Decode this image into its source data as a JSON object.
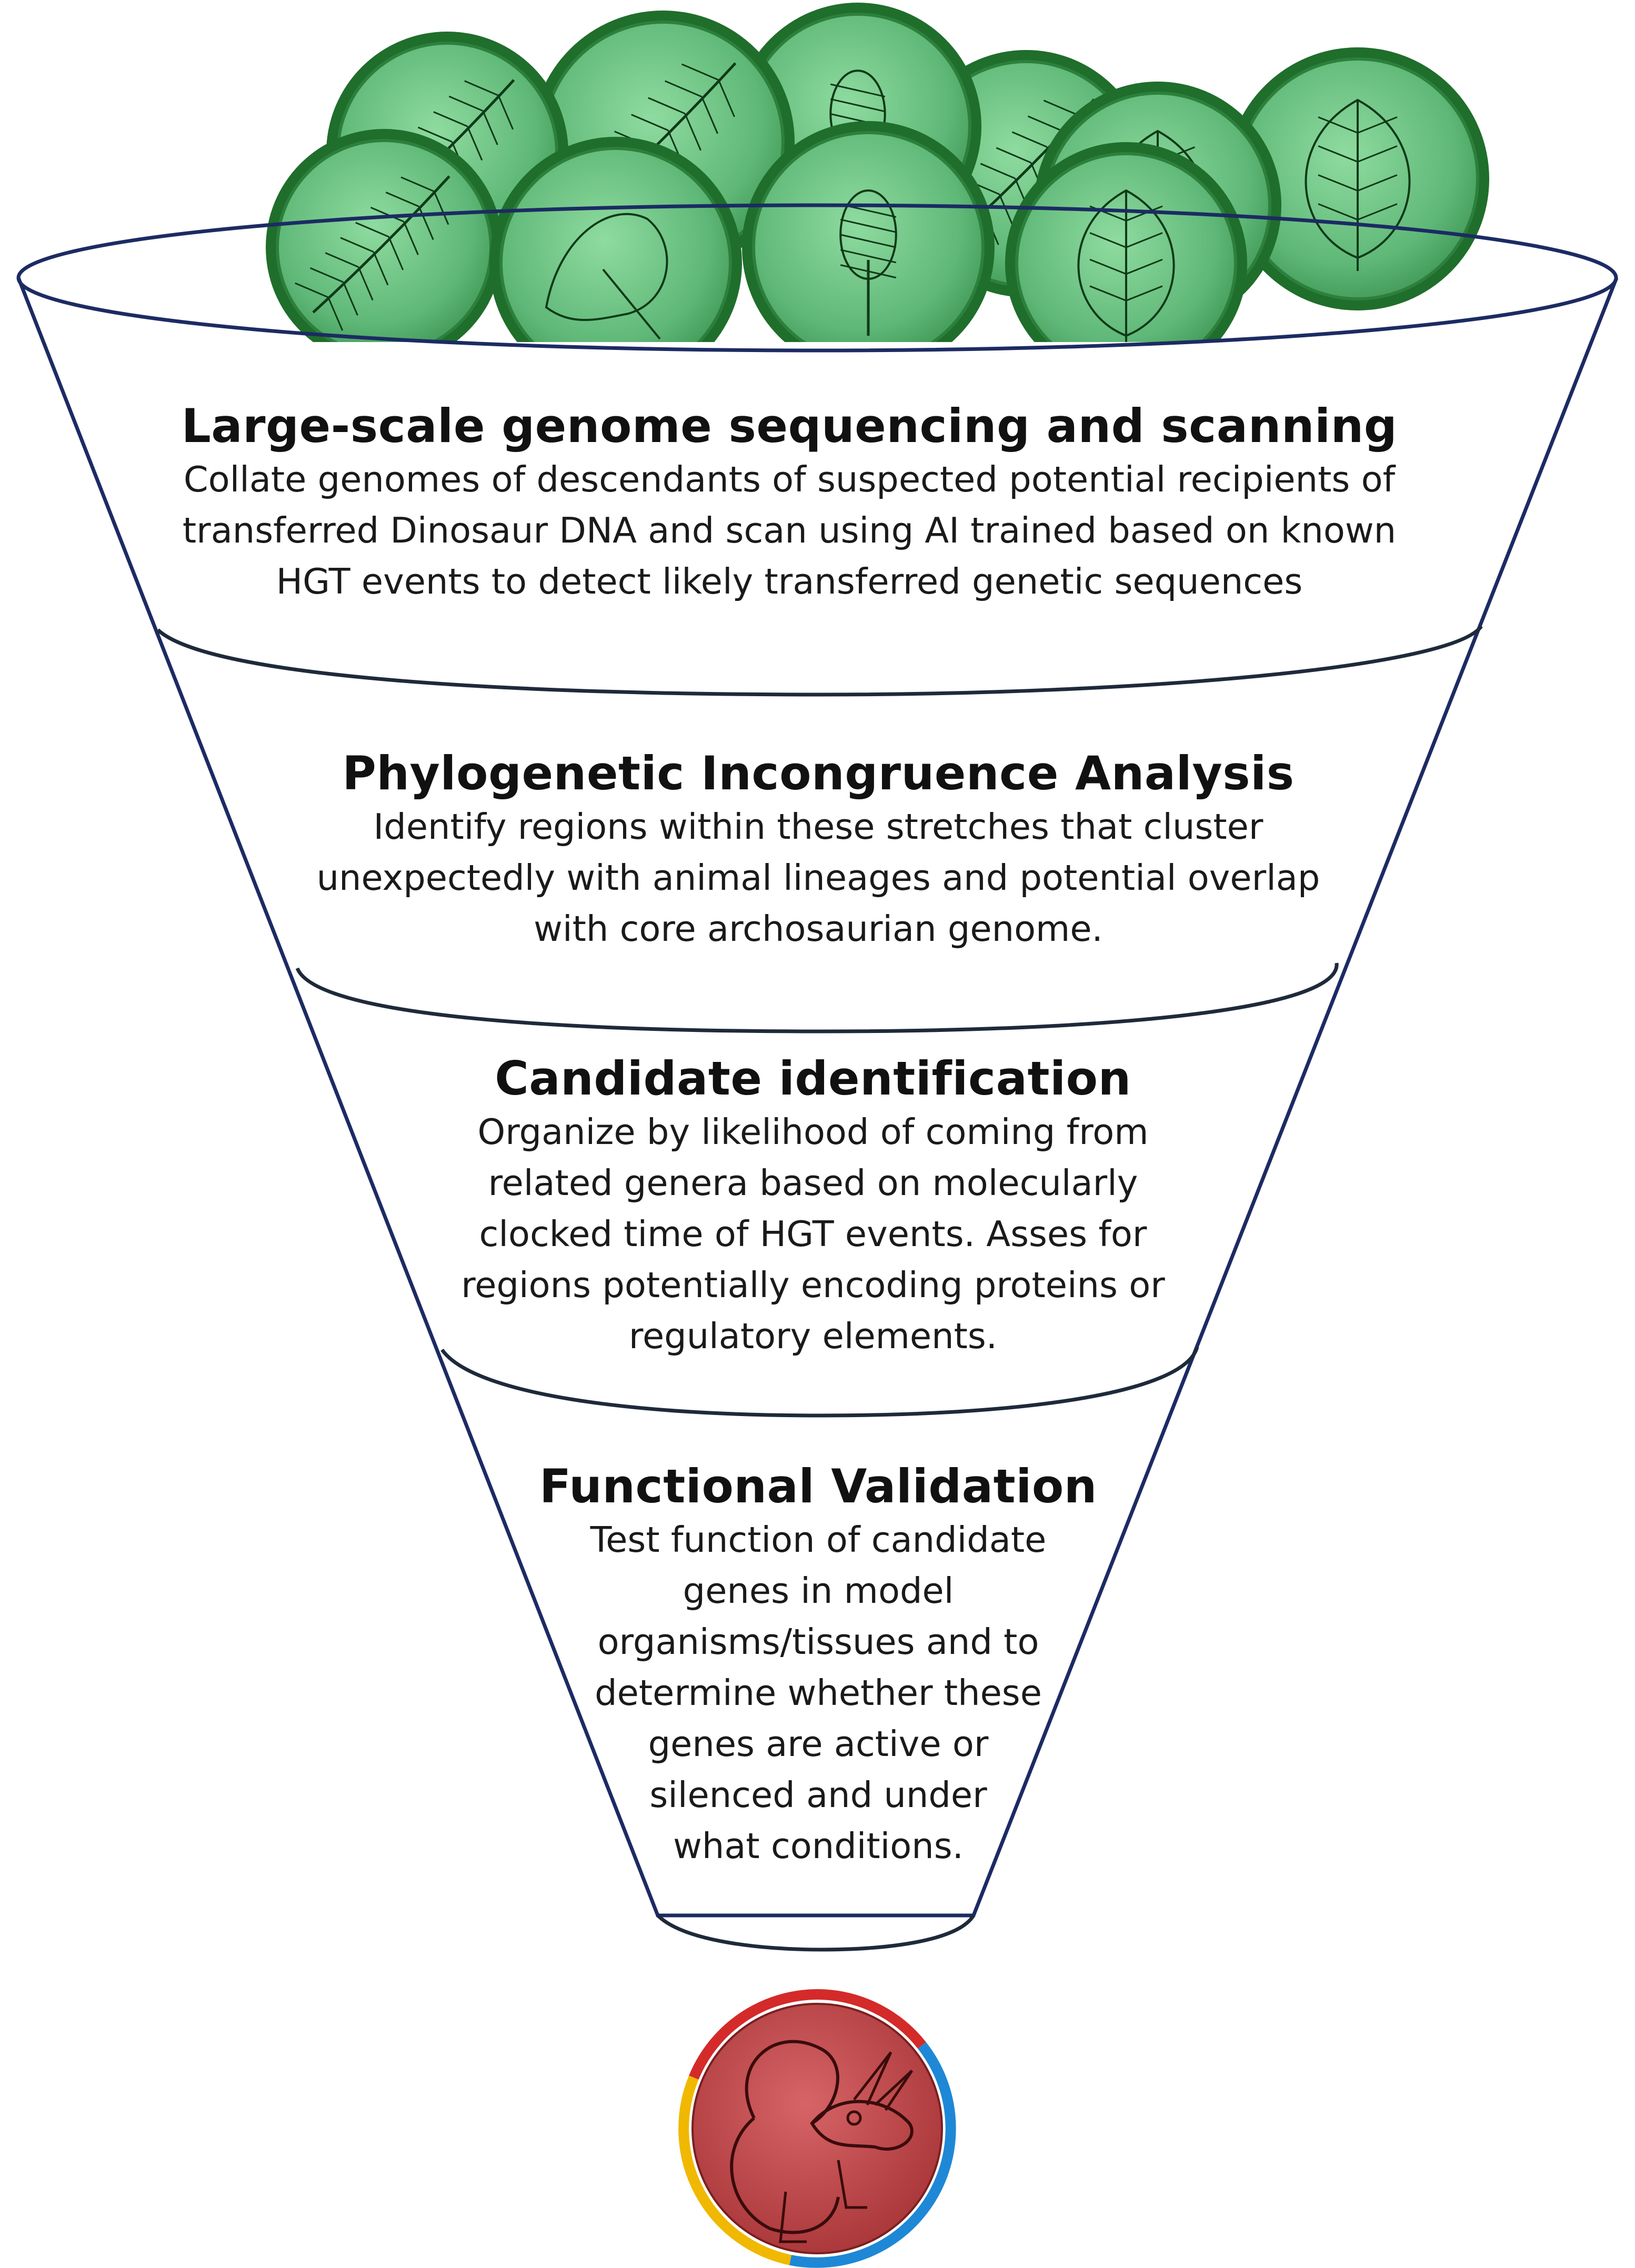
{
  "stages": [
    {
      "title": "Large-scale genome sequencing and scanning",
      "lines": [
        "Collate genomes of descendants of suspected potential recipients of",
        "transferred Dinosaur DNA and scan using AI trained based on known",
        "HGT events to detect likely transferred genetic sequences"
      ]
    },
    {
      "title": "Phylogenetic Incongruence Analysis",
      "lines": [
        "Identify regions within these stretches that cluster",
        "unexpectedly with animal lineages and potential overlap",
        "with core archosaurian genome."
      ]
    },
    {
      "title": "Candidate identification",
      "lines": [
        "Organize by likelihood of coming from",
        "related genera based on molecularly",
        "clocked time of HGT events. Asses for",
        "regions potentially encoding proteins or",
        "regulatory elements."
      ]
    },
    {
      "title": "Functional Validation",
      "lines": [
        "Test function of candidate",
        "genes in model",
        "organisms/tissues and to",
        "determine whether these",
        "genes are active or",
        "silenced and under",
        "what conditions."
      ]
    }
  ],
  "icons": {
    "input": "plant-fossil-coins-icon",
    "output": "triceratops-coin-icon"
  },
  "colors": {
    "funnel_outline": "#1c2b63",
    "band_line": "#1e2a3a",
    "coin_fill": "#5fb877",
    "coin_rim": "#1f6e2b",
    "coin_sketch": "#0f3a18",
    "result_fill": "#c0484a",
    "result_rim_red": "#d42a2a",
    "result_rim_blue": "#1e88d6",
    "result_rim_yellow": "#f0b800",
    "result_sketch": "#3a0c0c"
  }
}
